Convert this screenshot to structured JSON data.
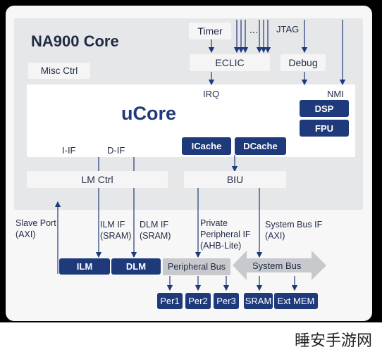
{
  "core_title": "NA900 Core",
  "ucore_title": "uCore",
  "blocks": {
    "timer": "Timer",
    "ellipsis": "...",
    "jtag": "JTAG",
    "eclic": "ECLIC",
    "debug": "Debug",
    "misc_ctrl": "Misc Ctrl",
    "irq": "IRQ",
    "nmi": "NMI",
    "dsp": "DSP",
    "fpu": "FPU",
    "icache": "ICache",
    "dcache": "DCache",
    "iif": "I-IF",
    "dif": "D-IF",
    "lm_ctrl": "LM Ctrl",
    "biu": "BIU",
    "ilm": "ILM",
    "dlm": "DLM",
    "peripheral_bus": "Peripheral Bus",
    "system_bus": "System Bus",
    "per1": "Per1",
    "per2": "Per2",
    "per3": "Per3",
    "sram": "SRAM",
    "ext_mem": "Ext MEM"
  },
  "labels": {
    "slave_port": [
      "Slave Port",
      "(AXI)"
    ],
    "ilm_if": [
      "ILM IF",
      "(SRAM)"
    ],
    "dlm_if": [
      "DLM IF",
      "(SRAM)"
    ],
    "private_if": [
      "Private",
      "Peripheral IF",
      "(AHB-Lite)"
    ],
    "system_bus_if": [
      "System Bus IF",
      "(AXI)"
    ]
  },
  "watermark": "睡安手游网",
  "colors": {
    "accent": "#1f3a7a",
    "panel": "#e6e7e9",
    "line": "#1f3a7a"
  }
}
